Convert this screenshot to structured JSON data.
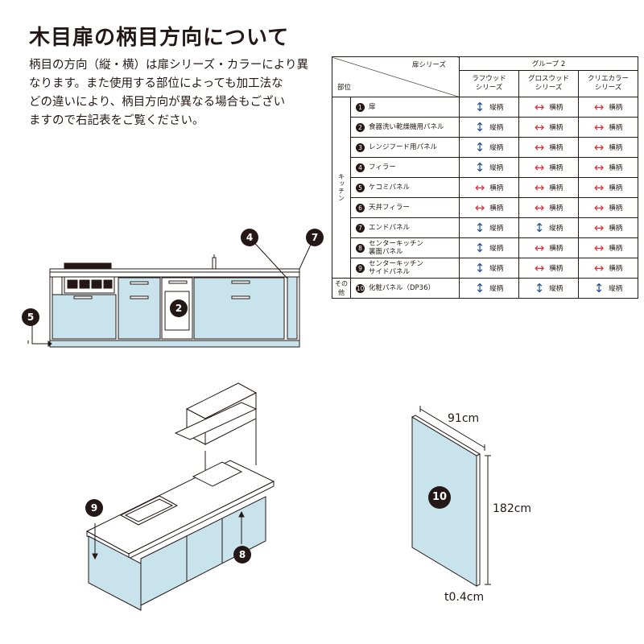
{
  "title": "木目扉の柄目方向について",
  "intro": [
    "柄目の方向（縦・横）は扉シリーズ・カラーにより異",
    "なります。また使用する部位によっても加工法な",
    "どの違いにより、柄目方向が異なる場合もござい",
    "ますので右記表をご覧ください。"
  ],
  "table": {
    "series_header": "扉シリーズ",
    "part_header": "部位",
    "group": "グループ 2",
    "series": [
      {
        "line1": "ラフウッド",
        "line2": "シリーズ"
      },
      {
        "line1": "グロスウッド",
        "line2": "シリーズ"
      },
      {
        "line1": "クリエカラー",
        "line2": "シリーズ"
      }
    ],
    "category_kitchen": "キッチン",
    "category_other": "その他",
    "vertical_label": "縦柄",
    "horizontal_label": "横柄",
    "rows": [
      {
        "num": "1",
        "line1": "扉",
        "line2": "",
        "dirs": [
          "v",
          "h",
          "h"
        ]
      },
      {
        "num": "2",
        "line1": "食器洗い乾燥機用パネル",
        "line2": "",
        "dirs": [
          "v",
          "h",
          "h"
        ]
      },
      {
        "num": "3",
        "line1": "レンジフード用パネル",
        "line2": "",
        "dirs": [
          "v",
          "h",
          "h"
        ]
      },
      {
        "num": "4",
        "line1": "フィラー",
        "line2": "",
        "dirs": [
          "v",
          "h",
          "h"
        ]
      },
      {
        "num": "5",
        "line1": "ケコミパネル",
        "line2": "",
        "dirs": [
          "h",
          "h",
          "h"
        ]
      },
      {
        "num": "6",
        "line1": "天井フィラー",
        "line2": "",
        "dirs": [
          "h",
          "h",
          "h"
        ]
      },
      {
        "num": "7",
        "line1": "エンドパネル",
        "line2": "",
        "dirs": [
          "v",
          "v",
          "h"
        ]
      },
      {
        "num": "8",
        "line1": "センターキッチン",
        "line2": "裏面パネル",
        "dirs": [
          "v",
          "h",
          "h"
        ]
      },
      {
        "num": "9",
        "line1": "センターキッチン",
        "line2": "サイドパネル",
        "dirs": [
          "v",
          "h",
          "h"
        ]
      },
      {
        "num": "10",
        "line1": "化粧パネル（DP36）",
        "line2": "",
        "dirs": [
          "v",
          "v",
          "v"
        ]
      }
    ]
  },
  "markers": {
    "m2": "2",
    "m4": "4",
    "m5": "5",
    "m7": "7",
    "m8": "8",
    "m9": "9",
    "m10": "10"
  },
  "panel_dims": {
    "width": "91cm",
    "height": "182cm",
    "thickness": "t0.4cm"
  },
  "colors": {
    "panel": "#c8e3ec",
    "ink": "#231815",
    "vertical_arrow": "#1f4e96",
    "horizontal_arrow": "#e0303a"
  }
}
